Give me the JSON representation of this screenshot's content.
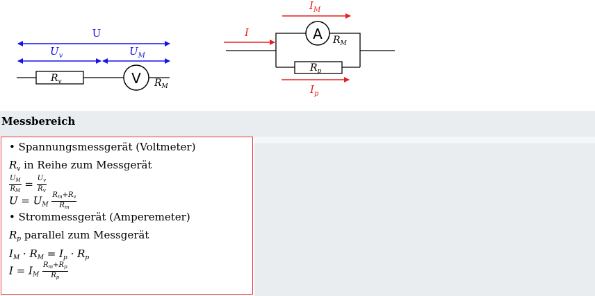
{
  "voltmeter_circuit": {
    "total_voltage_label": "U",
    "series_voltage_label": "U",
    "series_voltage_sub": "v",
    "meter_voltage_label": "U",
    "meter_voltage_sub": "M",
    "series_resistor_label": "R",
    "series_resistor_sub": "v",
    "meter_symbol": "V",
    "meter_resistance_label": "R",
    "meter_resistance_sub": "M"
  },
  "ammeter_circuit": {
    "total_current_label": "I",
    "meter_current_label": "I",
    "meter_current_sub": "M",
    "meter_symbol": "A",
    "meter_resistance_label": "R",
    "meter_resistance_sub": "M",
    "parallel_resistor_label": "R",
    "parallel_resistor_sub": "p",
    "parallel_current_label": "I",
    "parallel_current_sub": "p"
  },
  "section": {
    "title": "Messbereich"
  },
  "formulas": {
    "voltmeter_heading": "• Spannungsmessgerät (Voltmeter)",
    "voltmeter_rule": "in Reihe zum Messgerät",
    "ammeter_heading": "• Strommessgerät (Amperemeter)",
    "ammeter_rule": "parallel zum Messgerät"
  },
  "colors": {
    "voltage": "#1414e6",
    "current": "#e62020",
    "box_border": "#e8383d"
  }
}
